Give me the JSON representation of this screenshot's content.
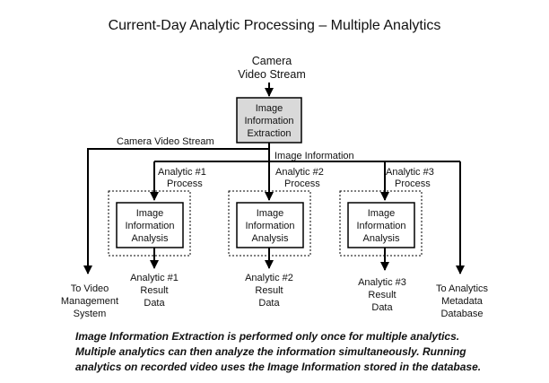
{
  "title": "Current-Day Analytic Processing – Multiple Analytics",
  "source": {
    "lines": [
      "Camera",
      "Video Stream"
    ]
  },
  "extraction": {
    "lines": [
      "Image",
      "Information",
      "Extraction"
    ],
    "fill": "#d9d9d9"
  },
  "edges": {
    "camera_stream": "Camera Video Stream",
    "image_info": "Image Information"
  },
  "analytics": [
    {
      "process": [
        "Analytic #1",
        "Process"
      ],
      "box": [
        "Image",
        "Information",
        "Analysis"
      ],
      "result": [
        "Analytic #1",
        "Result",
        "Data"
      ]
    },
    {
      "process": [
        "Analytic #2",
        "Process"
      ],
      "box": [
        "Image",
        "Information",
        "Analysis"
      ],
      "result": [
        "Analytic #2",
        "Result",
        "Data"
      ]
    },
    {
      "process": [
        "Analytic #3",
        "Process"
      ],
      "box": [
        "Image",
        "Information",
        "Analysis"
      ],
      "result": [
        "Analytic #3",
        "Result",
        "Data"
      ]
    }
  ],
  "vms": {
    "lines": [
      "To Video",
      "Management",
      "System"
    ]
  },
  "metadata_db": {
    "lines": [
      "To Analytics",
      "Metadata",
      "Database"
    ]
  },
  "caption": [
    "Image Information Extraction is performed only once for multiple analytics.",
    "Multiple analytics can then analyze the information simultaneously. Running",
    "analytics on recorded video uses the Image Information stored in the database."
  ]
}
